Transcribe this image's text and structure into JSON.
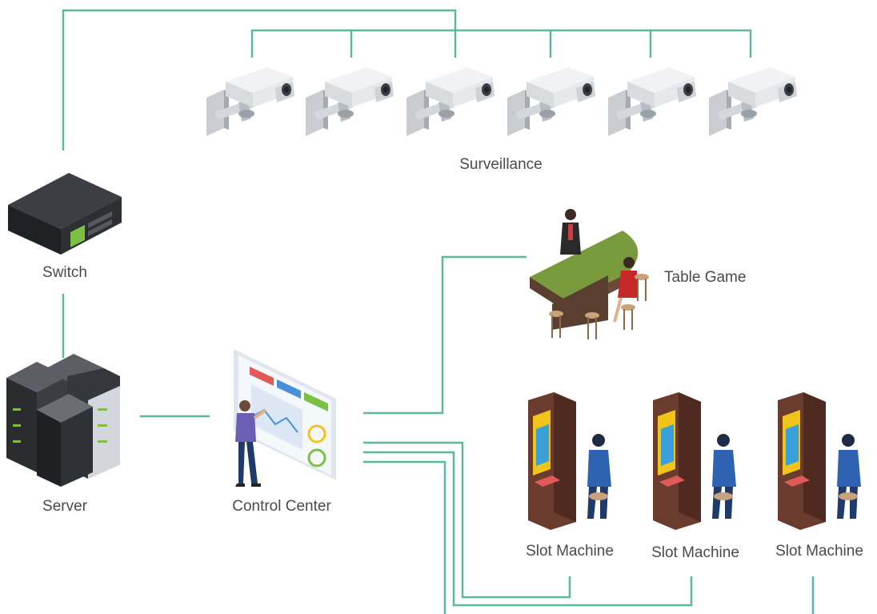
{
  "colors": {
    "line": "#5fb7a0",
    "label_text": "#4a4a4a",
    "table_felt": "#7a9a3e",
    "slot_cabinet": "#6b3c2e",
    "player_suit": "#2e63b1",
    "switch_body": "#2d2f33",
    "switch_panel": "#7bc043"
  },
  "labels": {
    "surveillance": "Surveillance",
    "switch": "Switch",
    "server": "Server",
    "control_center": "Control Center",
    "table_game": "Table Game",
    "slot_machine_1": "Slot Machine",
    "slot_machine_2": "Slot Machine",
    "slot_machine_3": "Slot Machine"
  },
  "nodes": [
    {
      "id": "camera-1",
      "icon": "cctv-camera-icon"
    },
    {
      "id": "camera-2",
      "icon": "cctv-camera-icon"
    },
    {
      "id": "camera-3",
      "icon": "cctv-camera-icon"
    },
    {
      "id": "camera-4",
      "icon": "cctv-camera-icon"
    },
    {
      "id": "camera-5",
      "icon": "cctv-camera-icon"
    },
    {
      "id": "camera-6",
      "icon": "cctv-camera-icon"
    },
    {
      "id": "switch",
      "icon": "network-switch-icon"
    },
    {
      "id": "server",
      "icon": "server-rack-icon"
    },
    {
      "id": "control-center",
      "icon": "operator-dashboard-icon"
    },
    {
      "id": "table-game",
      "icon": "casino-table-icon"
    },
    {
      "id": "slot-machine-1",
      "icon": "slot-machine-icon"
    },
    {
      "id": "slot-machine-2",
      "icon": "slot-machine-icon"
    },
    {
      "id": "slot-machine-3",
      "icon": "slot-machine-icon"
    }
  ],
  "edges": [
    {
      "from": "switch",
      "to": "camera-bus"
    },
    {
      "from": "camera-bus",
      "to": "camera-1"
    },
    {
      "from": "camera-bus",
      "to": "camera-2"
    },
    {
      "from": "camera-bus",
      "to": "camera-3"
    },
    {
      "from": "camera-bus",
      "to": "camera-4"
    },
    {
      "from": "camera-bus",
      "to": "camera-5"
    },
    {
      "from": "camera-bus",
      "to": "camera-6"
    },
    {
      "from": "switch",
      "to": "server"
    },
    {
      "from": "server",
      "to": "control-center"
    },
    {
      "from": "control-center",
      "to": "table-game"
    },
    {
      "from": "control-center",
      "to": "slot-machine-1"
    },
    {
      "from": "control-center",
      "to": "slot-machine-2"
    },
    {
      "from": "control-center",
      "to": "slot-machine-3"
    }
  ]
}
